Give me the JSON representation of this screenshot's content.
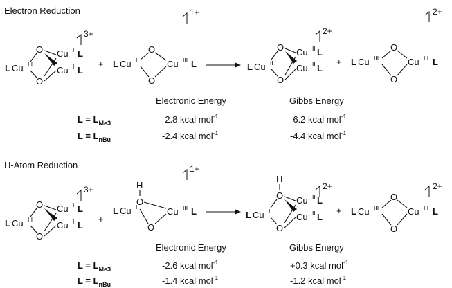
{
  "sections": [
    {
      "title": "Electron Reduction",
      "charges": {
        "r1": "3+",
        "r2": "1+",
        "p1": "2+",
        "p2": "2+"
      },
      "protonated": false,
      "header": {
        "electronic": "Electronic Energy",
        "gibbs": "Gibbs Energy"
      },
      "rows": [
        {
          "L": "L",
          "eq": " = ",
          "sub_main": "L",
          "sub": "Me3",
          "electronic": "-2.8 kcal mol",
          "electronic_exp": "-1",
          "gibbs": "-6.2 kcal mol",
          "gibbs_exp": "-1"
        },
        {
          "L": "L",
          "eq": " = ",
          "sub_main": "L",
          "sub": "nBu",
          "electronic": "-2.4 kcal mol",
          "electronic_exp": "-1",
          "gibbs": "-4.4 kcal mol",
          "gibbs_exp": "-1"
        }
      ]
    },
    {
      "title": "H-Atom Reduction",
      "charges": {
        "r1": "3+",
        "r2": "1+",
        "p1": "2+",
        "p2": "2+"
      },
      "protonated": true,
      "header": {
        "electronic": "Electronic Energy",
        "gibbs": "Gibbs Energy"
      },
      "rows": [
        {
          "L": "L",
          "eq": " = ",
          "sub_main": "L",
          "sub": "Me3",
          "electronic": "-2.6 kcal mol",
          "electronic_exp": "-1",
          "gibbs": "+0.3 kcal mol",
          "gibbs_exp": "-1"
        },
        {
          "L": "L",
          "eq": " = ",
          "sub_main": "L",
          "sub": "nBu",
          "electronic": "-1.4 kcal mol",
          "electronic_exp": "-1",
          "gibbs": "-1.2 kcal mol",
          "gibbs_exp": "-1"
        }
      ]
    }
  ],
  "atoms": {
    "cu": "Cu",
    "ligand": "L",
    "oxygen": "O",
    "hydrogen": "H",
    "ox_II": "II",
    "ox_III": "III",
    "plus": "+"
  },
  "colors": {
    "ink": "#111111",
    "background": "#ffffff"
  }
}
